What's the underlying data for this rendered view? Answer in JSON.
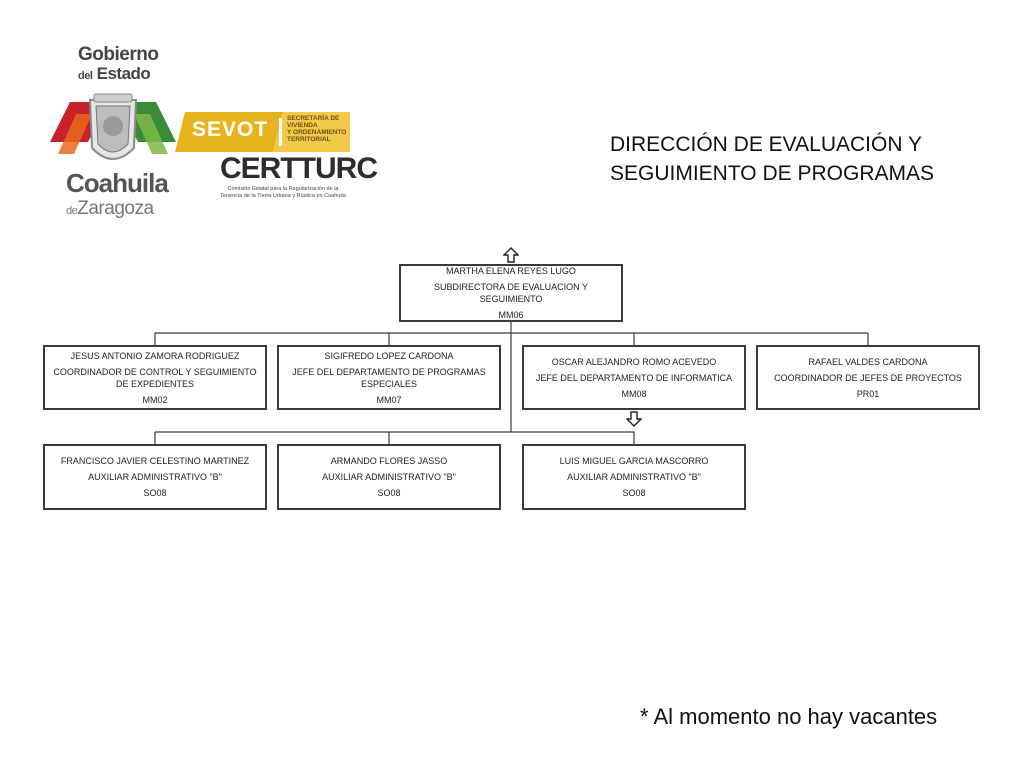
{
  "logos": {
    "state_line1": "Gobierno",
    "state_line2_small": "del",
    "state_line2": "Estado",
    "state_name": "Coahuila",
    "state_sub_small": "de",
    "state_sub": "Zaragoza",
    "sevot_name": "SEVOT",
    "sevot_tagline": [
      "SECRETARÍA DE VIVIENDA",
      "Y ORDENAMIENTO",
      "TERRITORIAL"
    ],
    "certturc_name": "CERTTURC",
    "certturc_desc": [
      "Comisión Estatal para la Regularización de la",
      "Tenencia de la Tierra Urbana y Rústica en Coahuila"
    ]
  },
  "title": {
    "line1": "DIRECCIÓN DE EVALUACIÓN Y",
    "line2": "SEGUIMIENTO DE PROGRAMAS"
  },
  "org": {
    "head": {
      "name": "MARTHA ELENA REYES LUGO",
      "position": "SUBDIRECTORA DE EVALUACION Y SEGUIMIENTO",
      "code": "MM06"
    },
    "level2": [
      {
        "name": "JESUS ANTONIO ZAMORA RODRIGUEZ",
        "position": "COORDINADOR DE CONTROL Y SEGUIMIENTO DE EXPEDIENTES",
        "code": "MM02"
      },
      {
        "name": "SIGIFREDO LOPEZ CARDONA",
        "position": "JEFE DEL DEPARTAMENTO DE PROGRAMAS ESPECIALES",
        "code": "MM07"
      },
      {
        "name": "OSCAR ALEJANDRO ROMO ACEVEDO",
        "position": "JEFE DEL DEPARTAMENTO DE INFORMATICA",
        "code": "MM08"
      },
      {
        "name": "RAFAEL VALDES CARDONA",
        "position": "COORDINADOR DE JEFES DE PROYECTOS",
        "code": "PR01"
      }
    ],
    "level3": [
      {
        "name": "FRANCISCO JAVIER CELESTINO MARTINEZ",
        "position": "AUXILIAR ADMINISTRATIVO \"B\"",
        "code": "SO08"
      },
      {
        "name": "ARMANDO FLORES JASSO",
        "position": "AUXILIAR ADMINISTRATIVO \"B\"",
        "code": "SO08"
      },
      {
        "name": "LUIS MIGUEL GARCIA MASCORRO",
        "position": "AUXILIAR ADMINISTRATIVO \"B\"",
        "code": "SO08"
      }
    ]
  },
  "note": "* Al momento no hay vacantes",
  "colors": {
    "crest_red": "#c8202c",
    "crest_green": "#3a8a3a",
    "sevot_gold": "#e8b31e",
    "sevot_tag_bg": "#f3c94a",
    "box_border": "#3a3a3a",
    "line": "#3a3a3a"
  },
  "icons": [
    "up-arrow-icon",
    "down-arrow-icon"
  ]
}
